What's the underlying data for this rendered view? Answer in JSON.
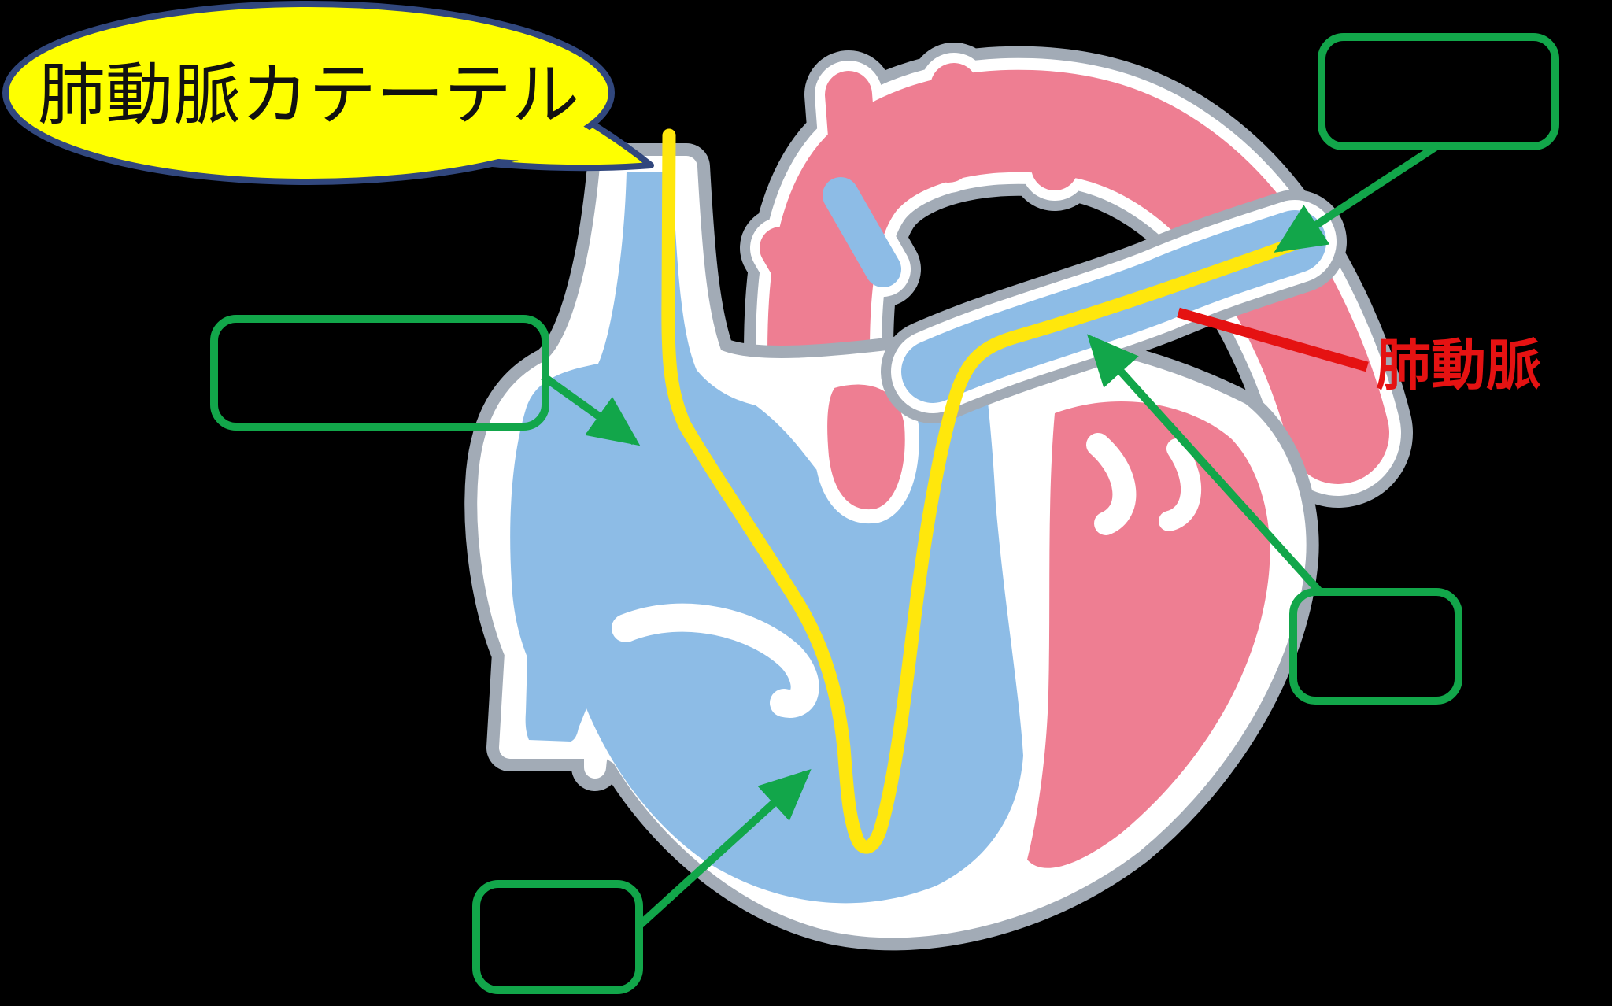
{
  "scene": {
    "type": "heart-anatomy-diagram",
    "description": "Cross-section heart illustration on black background showing the insertion path of a pulmonary artery catheter (yellow line) through the superior vena cava, right atrium, right ventricle and into the pulmonary artery",
    "background": "#000000"
  },
  "speech_bubble": {
    "text": "肺動脈カテーテル"
  },
  "red_label": {
    "text": "肺動脈"
  },
  "annotation_boxes": [
    {
      "id": "box-top-right",
      "label": "",
      "points_to": "pulmonary-artery-catheter-tip"
    },
    {
      "id": "box-left",
      "label": "",
      "points_to": "superior-vena-cava"
    },
    {
      "id": "box-right-lower",
      "label": "",
      "points_to": "pulmonary-artery-trunk"
    },
    {
      "id": "box-bottom",
      "label": "",
      "points_to": "right-ventricle"
    }
  ],
  "diagram_parts": [
    "superior-vena-cava",
    "inferior-vena-cava",
    "right-atrium",
    "right-ventricle",
    "left-ventricle",
    "left-atrium",
    "aortic-arch",
    "aortic-arch-branches",
    "pulmonary-artery",
    "pulmonary-artery-catheter"
  ],
  "colors": {
    "background": "#000000",
    "bubble-fill": "#feff00",
    "bubble-border": "#31477d",
    "bubble-text": "#111111",
    "green": "#12a64a",
    "red": "#e51212",
    "catheter-yellow": "#ffe70c",
    "heart-blue": "#8dbce6",
    "heart-pink": "#ee7e92",
    "heart-gray": "#a2abb6",
    "heart-white": "#ffffff"
  }
}
